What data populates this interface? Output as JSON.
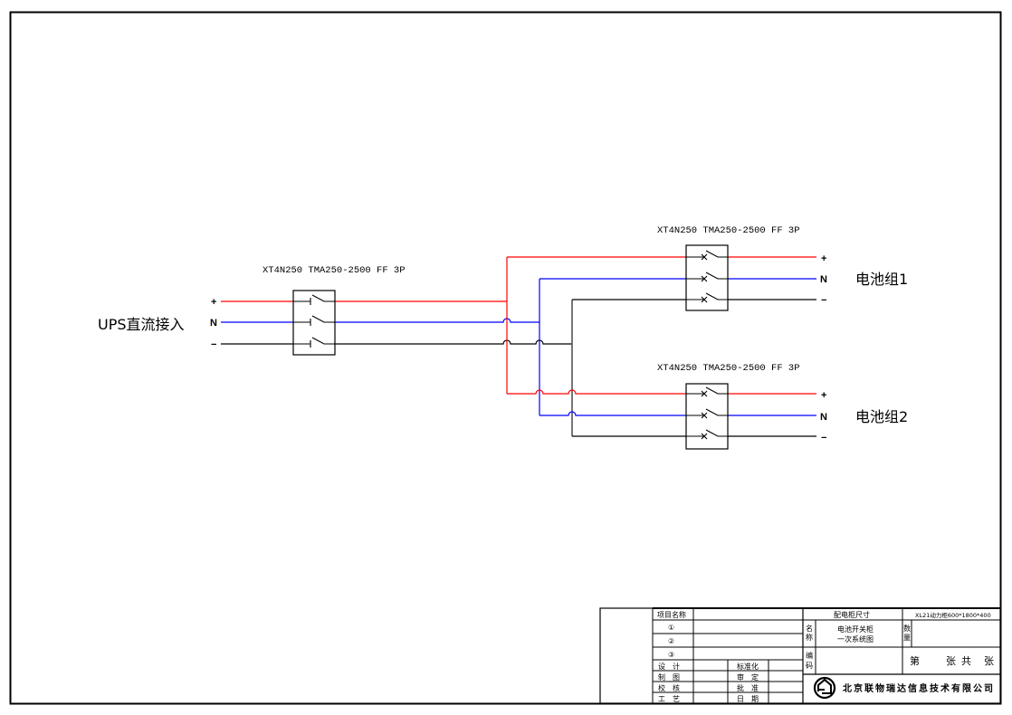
{
  "diagram": {
    "type": "single-line electrical schematic (DC battery switch cabinet)",
    "source": {
      "label": "UPS直流接入",
      "terminals": [
        "+",
        "N",
        "−"
      ]
    },
    "breakers": [
      {
        "id": "main",
        "label": "XT4N250 TMA250-2500 FF 3P"
      },
      {
        "id": "b1",
        "label": "XT4N250 TMA250-2500 FF 3P"
      },
      {
        "id": "b2",
        "label": "XT4N250 TMA250-2500 FF 3P"
      }
    ],
    "outputs": [
      {
        "label": "电池组1",
        "terminals": [
          "+",
          "N",
          "−"
        ]
      },
      {
        "label": "电池组2",
        "terminals": [
          "+",
          "N",
          "−"
        ]
      }
    ],
    "wire_colors": {
      "positive": "#ff0000",
      "neutral": "#0000ff",
      "negative": "#000000"
    }
  },
  "title_block": {
    "project_name_label": "项目名称",
    "rows": [
      "①",
      "②",
      "③"
    ],
    "roles_left": [
      "设　计",
      "制　图",
      "校　核",
      "工　艺"
    ],
    "roles_right": [
      "标准化",
      "审　定",
      "批　准",
      "日　期"
    ],
    "cabinet_size_label": "配电柜尺寸",
    "cabinet_size_value": "XL21动力柜600*1800*400",
    "name_label": [
      "名",
      "称"
    ],
    "drawing_name": [
      "电池开关柜",
      "一次系统图"
    ],
    "quantity_label": [
      "数",
      "量"
    ],
    "code_label": [
      "编",
      "码"
    ],
    "sheet_text": {
      "di": "第",
      "zhang1": "张",
      "gong": "共",
      "zhang2": "张"
    },
    "company": "北京联物瑞达信息技术有限公司"
  }
}
